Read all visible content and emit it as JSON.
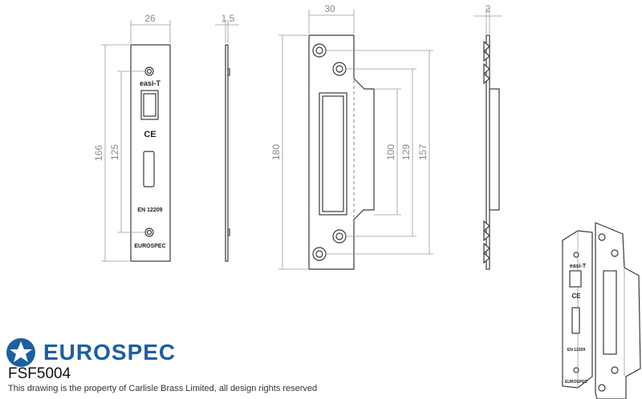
{
  "dimensions": {
    "front_width": "26",
    "side_thickness": "1.5",
    "front_height_overall": "166",
    "front_height_inner": "125",
    "strike_width": "30",
    "strike_thickness": "2",
    "strike_height": "180",
    "strike_slot": "100",
    "strike_mid": "129",
    "strike_holes": "157"
  },
  "plate_markings": {
    "brand_mark": "easi-T",
    "ce_mark": "CE",
    "standard": "EN 12209",
    "maker": "EUROSPEC"
  },
  "footer": {
    "brand": "EUROSPEC",
    "product_code": "FSF5004",
    "copyright": "This drawing is the property of Carlisle Brass Limited, all design rights reserved"
  },
  "colors": {
    "brand_blue": "#1d5fa0",
    "line": "#3a3a3a",
    "dimension": "#8a8a8a"
  }
}
